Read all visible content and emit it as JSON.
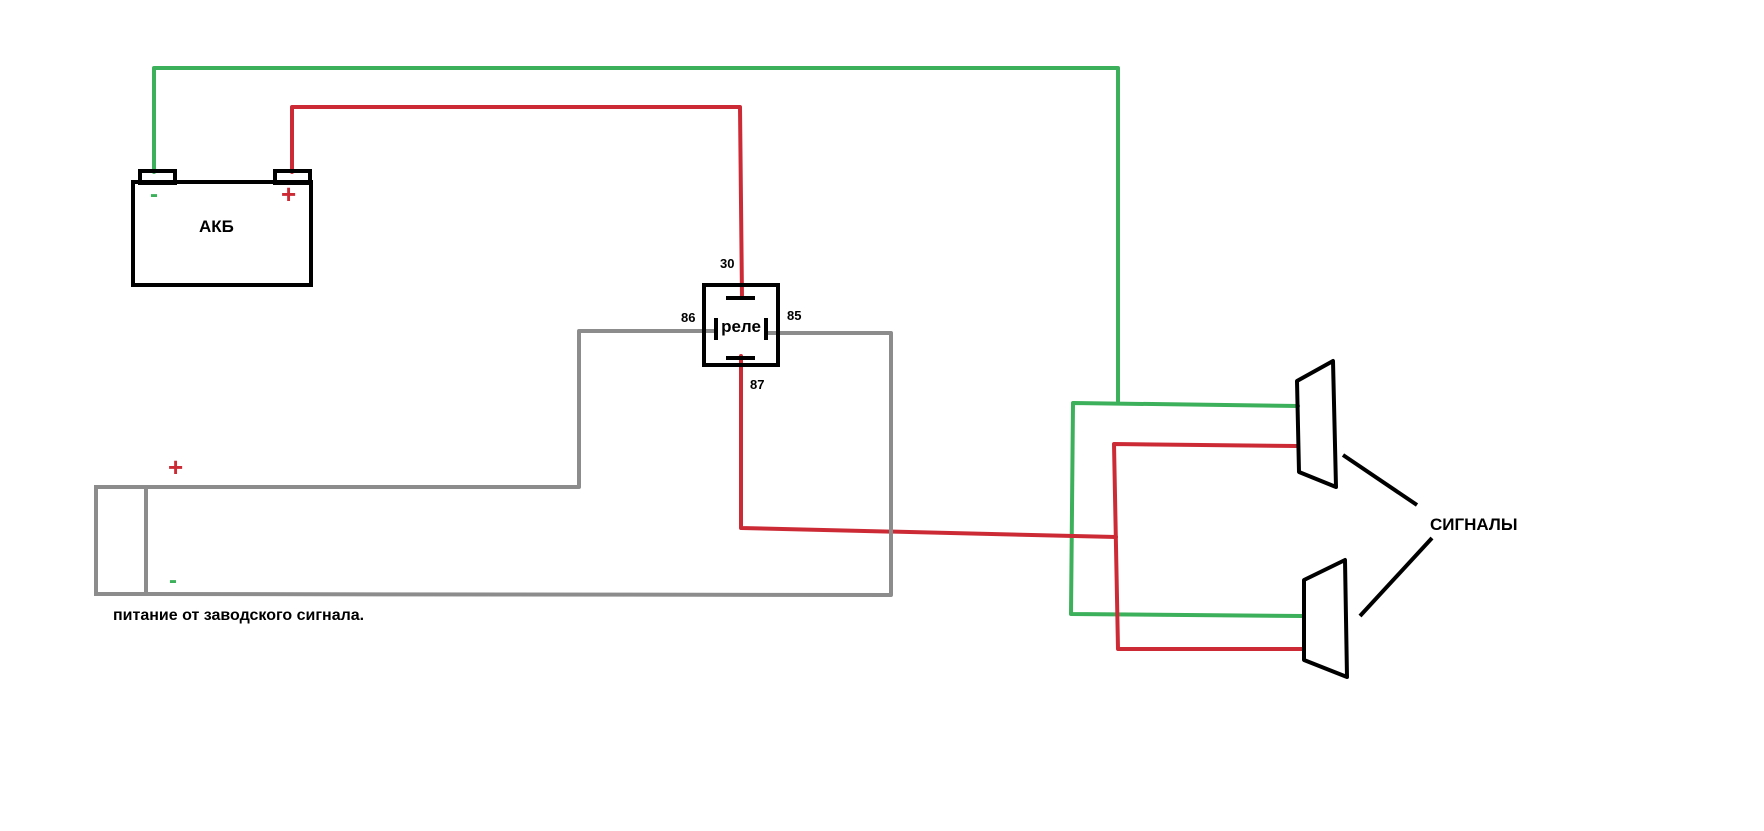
{
  "battery": {
    "label": "АКБ",
    "minus_sign": "-",
    "plus_sign": "+"
  },
  "relay": {
    "label": "реле",
    "pins": {
      "p30": "30",
      "p86": "86",
      "p85": "85",
      "p87": "87"
    }
  },
  "factory_source": {
    "plus_sign": "+",
    "minus_sign": "-",
    "caption": "питание от заводского сигнала."
  },
  "horns": {
    "label": "СИГНАЛЫ"
  },
  "colors": {
    "ground_wire": "#3cb05a",
    "power_wire": "#cc2b36",
    "control_wire": "#8c8c8c",
    "outline": "#000000",
    "plus_sign": "#cc2b36",
    "minus_sign": "#3cb05a"
  }
}
